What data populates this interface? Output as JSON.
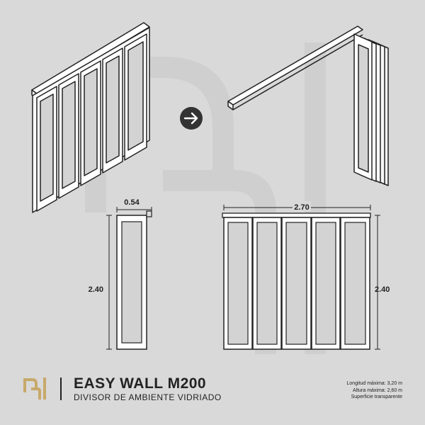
{
  "diagram": {
    "arrow_icon": "arrow-right-icon",
    "single_panel": {
      "width_label": "0.54",
      "height_label": "2.40"
    },
    "full_wall": {
      "width_label": "2.70",
      "height_label": "2.40",
      "panel_count": 5
    }
  },
  "footer": {
    "logo_icon": "brand-logo-icon",
    "product_title": "EASY WALL M200",
    "subtitle": "DIVISOR DE AMBIENTE VIDRIADO",
    "specs": [
      "Longitud máxima: 3,20 m",
      "Altura máxima: 2,60 m",
      "Superficie transparente"
    ]
  },
  "colors": {
    "background": "#d9d9d9",
    "panel": "#ffffff",
    "glass": "#d3d3d3",
    "stroke": "#222222",
    "logo": "#c8a96a"
  }
}
